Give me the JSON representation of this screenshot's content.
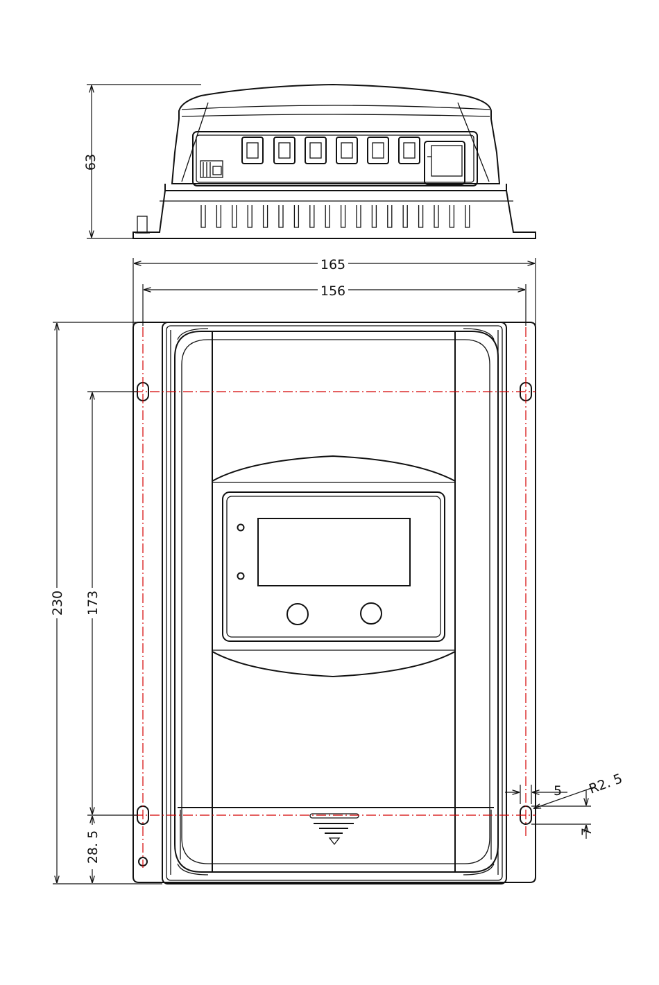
{
  "dimensions": {
    "height": "63",
    "overall_width": "165",
    "hole_spacing_width": "156",
    "overall_length": "230",
    "hole_spacing_length": "173",
    "bottom_offset": "28. 5",
    "slot_width": "5",
    "slot_radius": "R2. 5",
    "slot_length": "7"
  },
  "colors": {
    "line": "#111111",
    "centerline": "#d40000",
    "background": "#ffffff"
  }
}
